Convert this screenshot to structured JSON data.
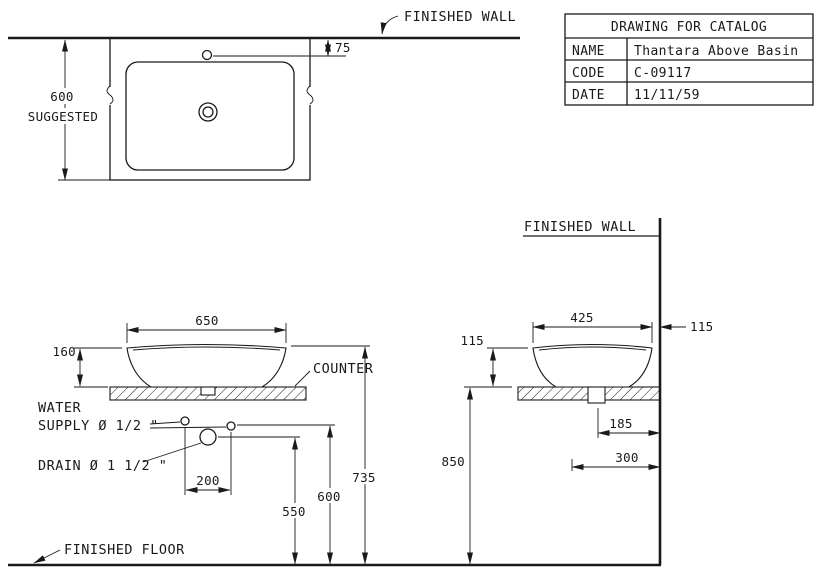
{
  "labels": {
    "finished_wall_top": "FINISHED WALL",
    "finished_wall_side": "FINISHED WALL",
    "finished_floor": "FINISHED FLOOR",
    "counter": "COUNTER",
    "water_line1": "WATER",
    "water_line2": "SUPPLY Ø 1/2 \"",
    "drain_label": "DRAIN Ø 1 1/2 \""
  },
  "top_view": {
    "suggested_value": "600",
    "suggested_text": "SUGGESTED",
    "faucet_offset": "75"
  },
  "front_view": {
    "width": "650",
    "bowl_height": "160",
    "hole_spacing": "200",
    "drain_height": "550",
    "supply_height": "600",
    "rim_height": "735"
  },
  "side_view": {
    "width": "425",
    "wall_gap": "115",
    "bowl_height": "115",
    "drain_offset": "185",
    "supply_offset": "300",
    "counter_height": "850"
  },
  "title_block": {
    "title": "DRAWING FOR CATALOG",
    "rows": [
      {
        "label": "NAME",
        "value": "Thantara  Above  Basin"
      },
      {
        "label": "CODE",
        "value": "C-09117"
      },
      {
        "label": "DATE",
        "value": "11/11/59"
      }
    ]
  }
}
